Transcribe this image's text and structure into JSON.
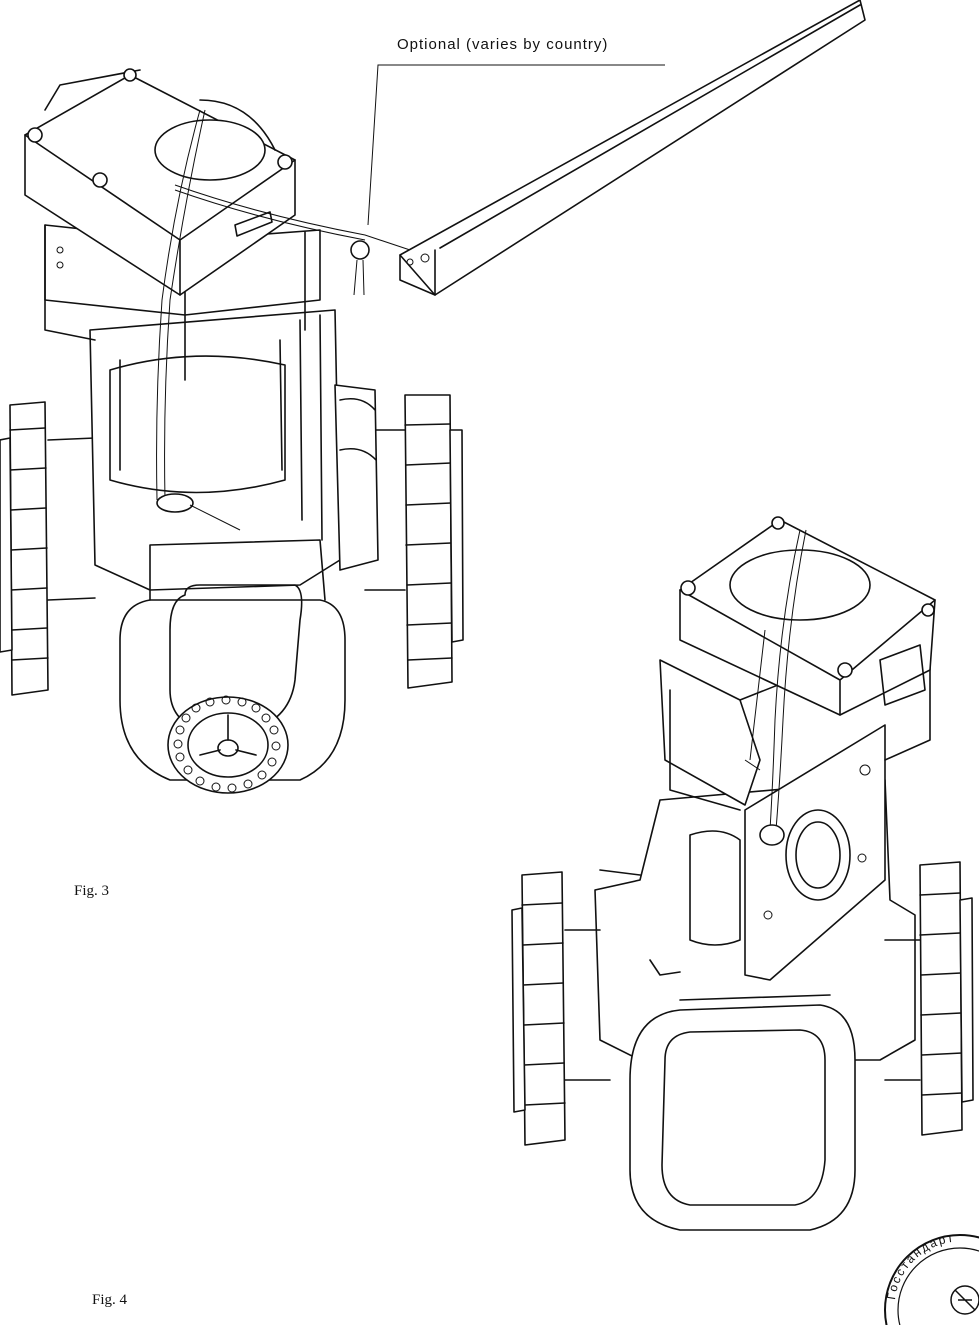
{
  "figures": [
    {
      "caption": "Fig. 3"
    },
    {
      "caption": "Fig. 4"
    }
  ],
  "callout": {
    "text": "Optional (varies by country)"
  },
  "stamp": {
    "text": "Госстандарт"
  },
  "colors": {
    "ink": "#111111",
    "paper": "#ffffff"
  }
}
